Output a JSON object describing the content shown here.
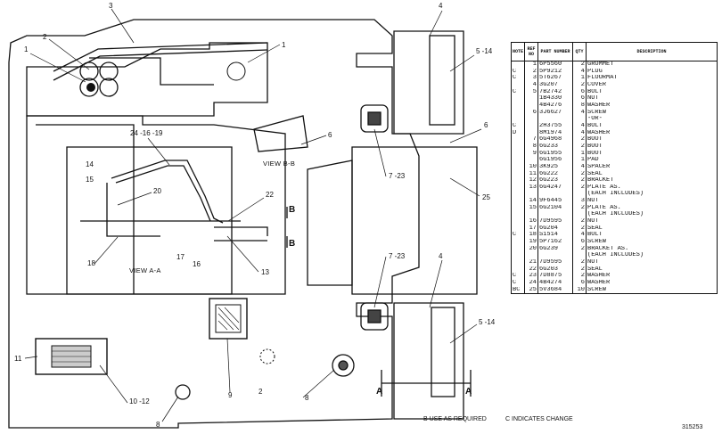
{
  "callouts": [
    "1",
    "1",
    "2",
    "2",
    "3",
    "4",
    "4",
    "5 -14",
    "5 -14",
    "6",
    "6",
    "7 -23",
    "7 -23",
    "8",
    "8",
    "9",
    "10 -12",
    "11",
    "13",
    "14",
    "15",
    "16",
    "17",
    "18",
    "20",
    "22",
    "24 -16 -19",
    "25"
  ],
  "view_labels": {
    "view_aa": "VIEW A-A",
    "view_bb": "VIEW B-B",
    "section_b": "B",
    "section_a": "A"
  },
  "parts_table": {
    "headers": [
      "NOTE",
      "REF NO",
      "PART NUMBER",
      "QTY",
      "DESCRIPTION"
    ],
    "rows": [
      [
        "",
        "1",
        "6P5560",
        "2",
        "GROMMET"
      ],
      [
        "C",
        "2",
        "5P9212",
        "4",
        "PLUG"
      ],
      [
        "C",
        "3",
        "5T6267",
        "1",
        "FLOORMAT"
      ],
      [
        "",
        "4",
        "3G207",
        "2",
        "COVER"
      ],
      [
        "C",
        "5",
        "7B2742",
        "6",
        "BOLT"
      ],
      [
        "",
        "",
        "1B4330",
        "6",
        "NUT"
      ],
      [
        "",
        "",
        "4B4276",
        "8",
        "WASHER"
      ],
      [
        "",
        "6",
        "3J6627",
        "4",
        "SCREW"
      ],
      [
        "",
        "",
        "",
        "",
        "     -OR-"
      ],
      [
        "C",
        "",
        "2H3755",
        "4",
        "BOLT"
      ],
      [
        "D",
        "",
        "8M1974",
        "4",
        "WASHER"
      ],
      [
        "",
        "7",
        "6G4968",
        "2",
        "BOOT"
      ],
      [
        "",
        "8",
        "6G233",
        "2",
        "BOOT"
      ],
      [
        "",
        "9",
        "6G1955",
        "1",
        "BOOT"
      ],
      [
        "",
        "",
        "6G1956",
        "1",
        "PAD"
      ],
      [
        "",
        "10",
        "3K925",
        "4",
        "SPACER"
      ],
      [
        "",
        "11",
        "6G222",
        "2",
        "SEAL"
      ],
      [
        "",
        "12",
        "6G223",
        "2",
        "BRACKET"
      ],
      [
        "",
        "13",
        "6G4247",
        "2",
        "PLATE AS."
      ],
      [
        "",
        "",
        "",
        "",
        "  (EACH INCLUDES)"
      ],
      [
        "",
        "14",
        "9F6445",
        "3",
        "  NUT"
      ],
      [
        "",
        "15",
        "6G2104",
        "2",
        "PLATE AS."
      ],
      [
        "",
        "",
        "",
        "",
        "  (EACH INCLUDES)"
      ],
      [
        "",
        "16",
        "7D9595",
        "2",
        "  NUT"
      ],
      [
        "",
        "17",
        "6G204",
        "2",
        "SEAL"
      ],
      [
        "C",
        "18",
        "S1514",
        "4",
        "BOLT"
      ],
      [
        "",
        "19",
        "5P7162",
        "6",
        "SCREW"
      ],
      [
        "",
        "20",
        "6G239",
        "2",
        "BRACKET AS."
      ],
      [
        "",
        "",
        "",
        "",
        "  (EACH INCLUDES)"
      ],
      [
        "",
        "21",
        "7D9595",
        "2",
        "  NUT"
      ],
      [
        "",
        "22",
        "6G203",
        "2",
        "SEAL"
      ],
      [
        "C",
        "23",
        "7D8875",
        "2",
        "WASHER"
      ],
      [
        "C",
        "24",
        "4B4274",
        "6",
        "WASHER"
      ],
      [
        "BC",
        "25",
        "5V3684",
        "10",
        "SCREW"
      ]
    ]
  },
  "footer": {
    "note_b": "B   USE AS REQUIRED",
    "note_c": "C   INDICATES CHANGE",
    "drawing_number": "315253"
  }
}
